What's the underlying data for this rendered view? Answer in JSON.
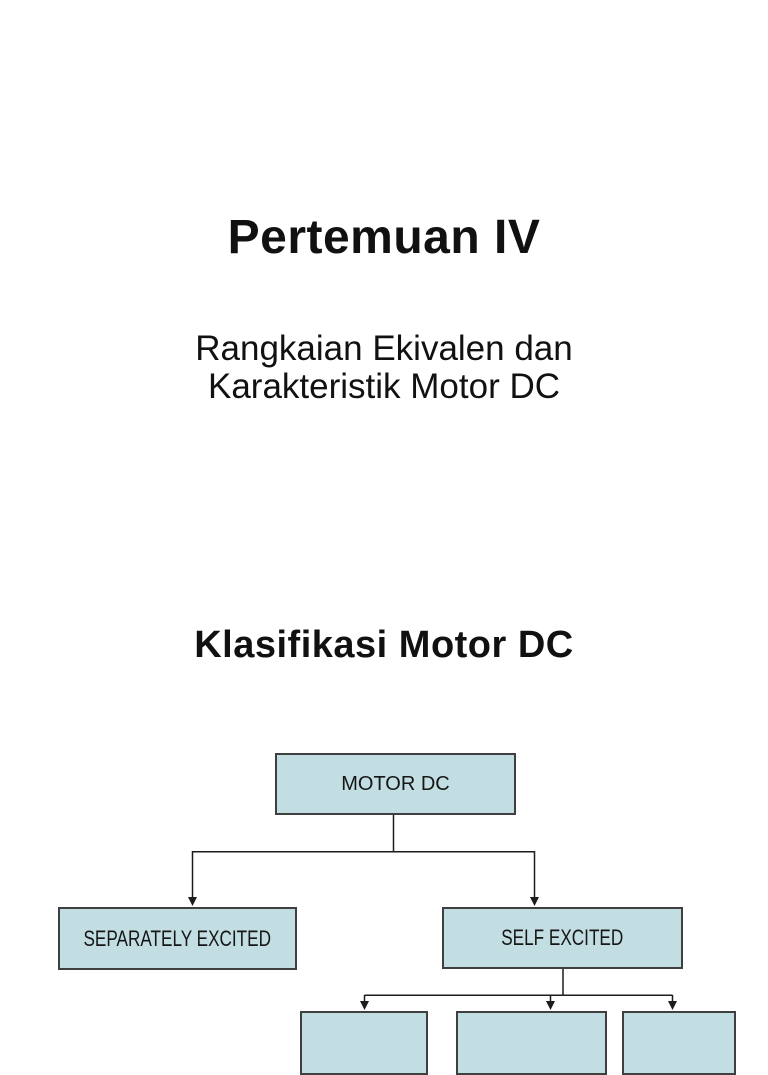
{
  "slide1": {
    "title": "Pertemuan IV",
    "subtitle_lines": [
      "Rangkaian Ekivalen dan",
      "Karakteristik Motor DC"
    ]
  },
  "slide2": {
    "heading": "Klasifikasi Motor DC",
    "diagram": {
      "type": "flowchart",
      "root_label": "MOTOR DC",
      "level2_labels": [
        "SEPARATELY EXCITED",
        "SELF EXCITED"
      ],
      "level3_box_count": 3,
      "level3_labels_visible": false,
      "colors": {
        "box_fill": "#c2dee2",
        "box_border": "#3f3f3f",
        "connector": "#1c1c1c",
        "text": "#161616",
        "page_background": "#ffffff"
      }
    }
  }
}
